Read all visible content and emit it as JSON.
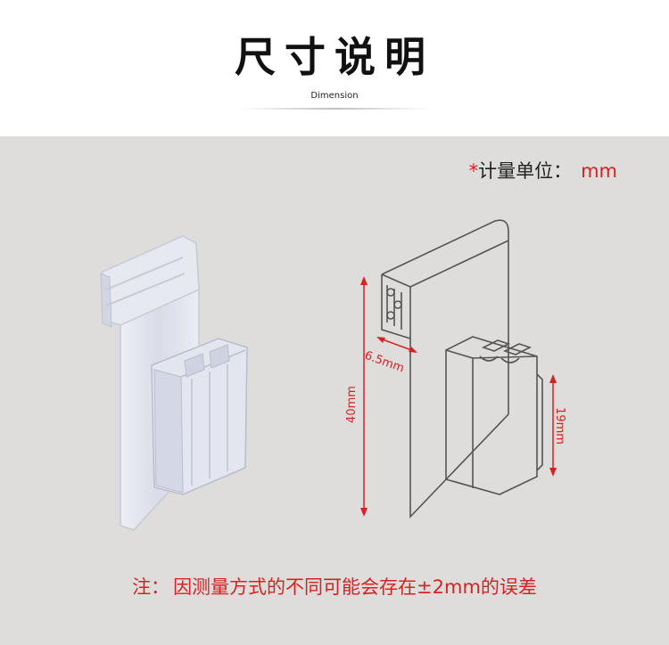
{
  "header": {
    "title": "尺寸说明",
    "subtitle": "Dimension"
  },
  "unit": {
    "star": "*",
    "label": "计量单位：",
    "value": "mm"
  },
  "dimensions": {
    "height": "40mm",
    "depth": "6.5mm",
    "clip_height": "19mm"
  },
  "note": {
    "prefix": "注：",
    "text": "因测量方式的不同可能会存在±2mm的误差"
  },
  "colors": {
    "accent": "#d62222",
    "panel_bg": "#dedddc"
  }
}
